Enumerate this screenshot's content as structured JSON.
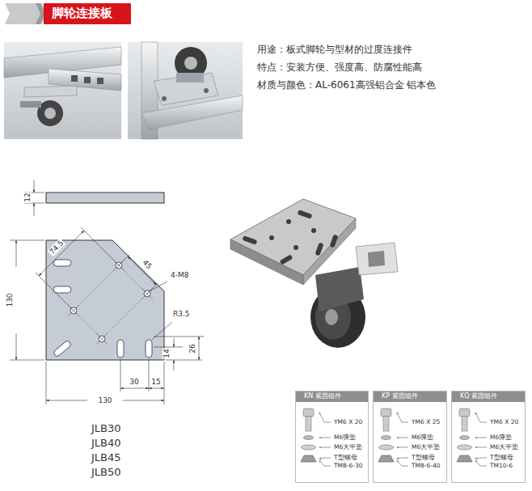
{
  "diagram": {
    "title": "脚轮连接板",
    "nodes": [
      {
        "text": [
          "KN 紧固组件",
          "YM6 X 20",
          "M6弹垫",
          "M6大平垫",
          "T型螺母",
          "TM8-6-30"
        ]
      },
      {
        "text": [
          "KP 紧固组件",
          "YM6 X 25",
          "M6弹垫",
          "M6大平垫",
          "T型螺母",
          "TM8-6-40"
        ]
      },
      {
        "text": [
          "KQ 紧固组件",
          "YM6 X 20",
          "M6弹垫",
          "M6大平垫",
          "T型螺母",
          "TM10-6"
        ]
      }
    ],
    "labels": [
      "用途：板式脚轮与型材的过度连接件",
      "特点：安装方便、强度高、防腐性能高",
      "材质与颜色：AL-6061高强铝合金 铝本色",
      "12",
      "74.5",
      "45",
      "4-M8",
      "R3.5",
      "130",
      "14",
      "26",
      "30",
      "15",
      "130",
      "JLB30",
      "JLB40",
      "JLB45",
      "JLB50"
    ]
  }
}
